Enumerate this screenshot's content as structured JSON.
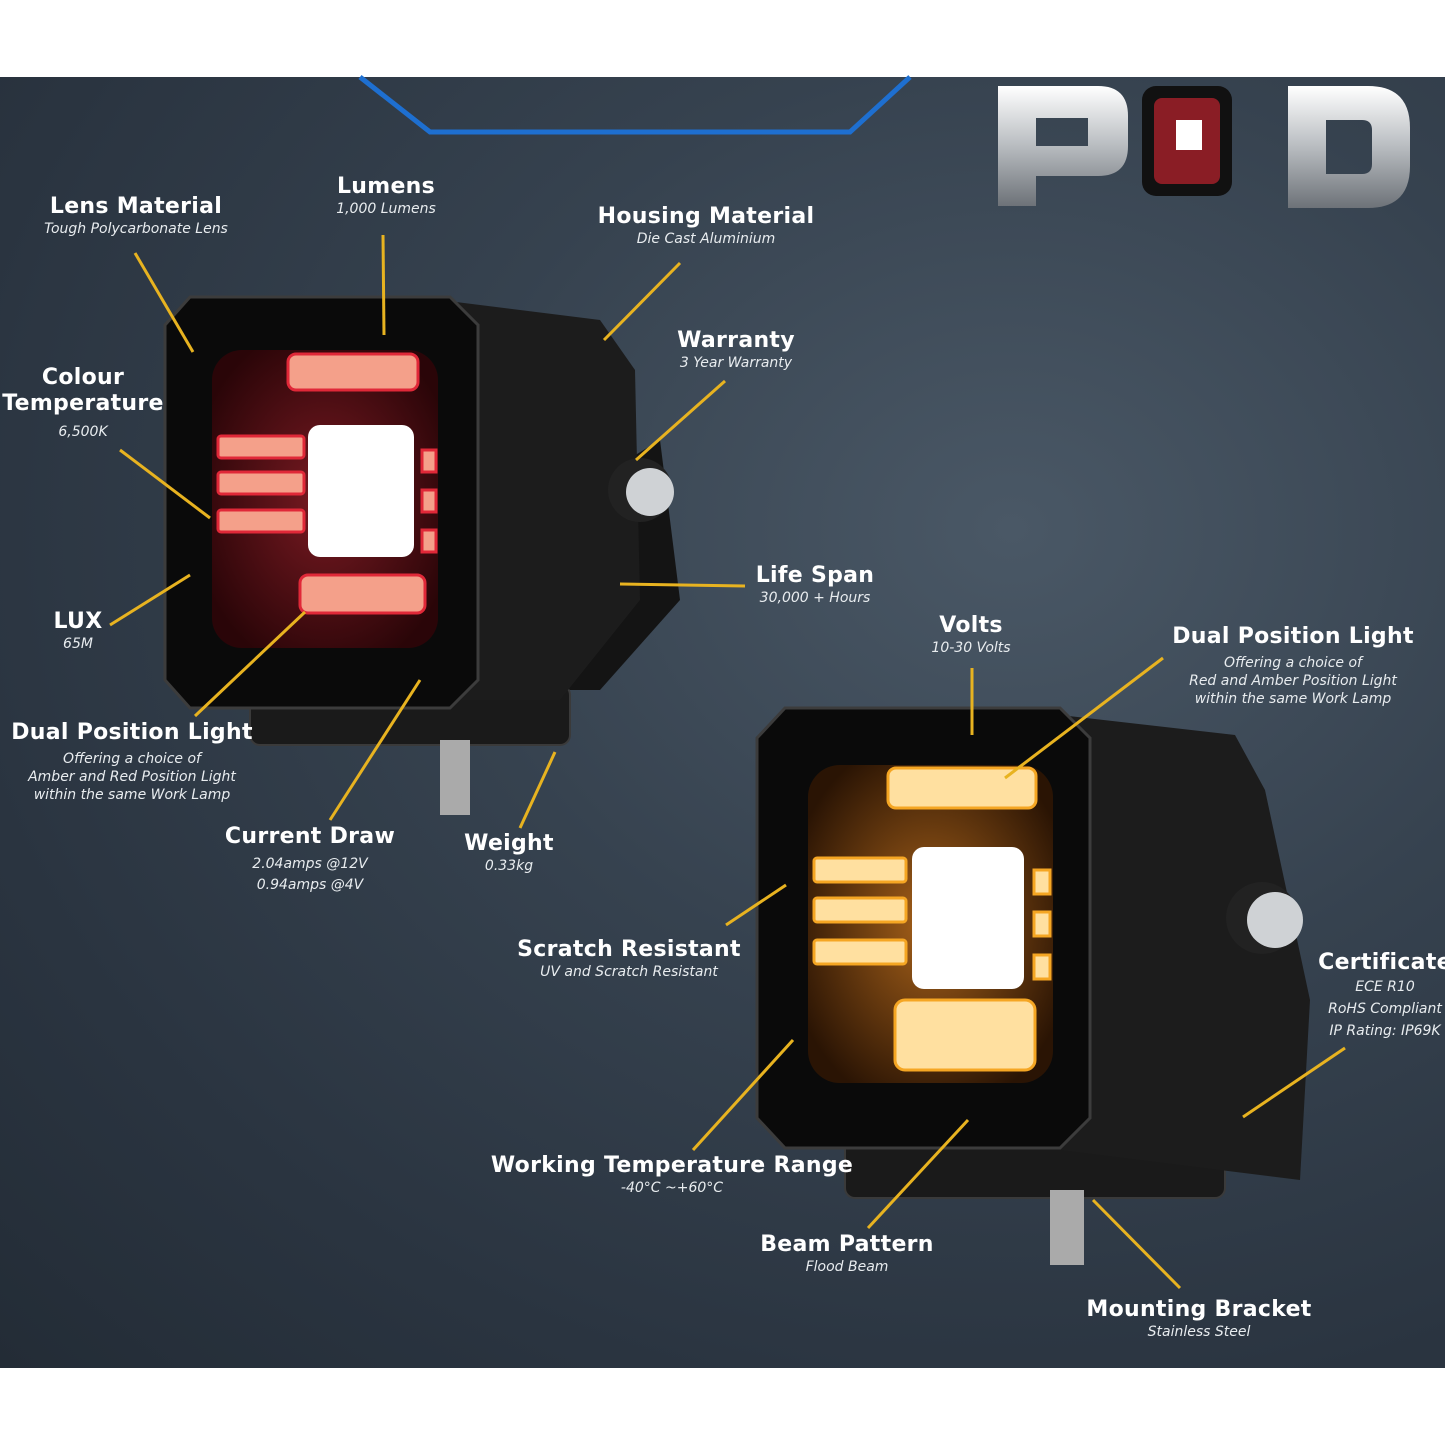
{
  "logo": "POD",
  "colors": {
    "accent_line": "#e8b320",
    "background": "#323d49",
    "red_glow": "#e0303a",
    "amber_glow": "#f5a623",
    "blue_trim": "#1e6fd0"
  },
  "callouts": {
    "lens_material": {
      "title": "Lens Material",
      "lines": [
        "Tough Polycarbonate Lens"
      ]
    },
    "lumens": {
      "title": "Lumens",
      "lines": [
        "1,000 Lumens"
      ]
    },
    "housing_material": {
      "title": "Housing Material",
      "lines": [
        "Die Cast Aluminium"
      ]
    },
    "warranty": {
      "title": "Warranty",
      "lines": [
        "3 Year Warranty"
      ]
    },
    "colour_temperature": {
      "title": [
        "Colour",
        "Temperature"
      ],
      "lines": [
        "6,500K"
      ]
    },
    "lux": {
      "title": "LUX",
      "lines": [
        "65M"
      ]
    },
    "life_span": {
      "title": "Life Span",
      "lines": [
        "30,000 + Hours"
      ]
    },
    "dual_position_left": {
      "title": "Dual Position Light",
      "lines": [
        "Offering a choice of",
        "Amber and Red Position Light",
        "within the same Work Lamp"
      ]
    },
    "current_draw": {
      "title": "Current Draw",
      "lines": [
        "2.04amps @12V",
        "0.94amps @4V"
      ]
    },
    "weight": {
      "title": "Weight",
      "lines": [
        "0.33kg"
      ]
    },
    "volts": {
      "title": "Volts",
      "lines": [
        "10-30 Volts"
      ]
    },
    "dual_position_right": {
      "title": "Dual Position Light",
      "lines": [
        "Offering a choice of",
        "Red and Amber Position Light",
        "within the same Work Lamp"
      ]
    },
    "scratch_resistant": {
      "title": "Scratch Resistant",
      "lines": [
        "UV and Scratch Resistant"
      ]
    },
    "certificate": {
      "title": "Certificate",
      "lines": [
        "ECE R10",
        "RoHS Compliant",
        "IP Rating: IP69K"
      ]
    },
    "working_temperature": {
      "title": "Working Temperature Range",
      "lines": [
        "-40°C ~+60°C"
      ]
    },
    "beam_pattern": {
      "title": "Beam Pattern",
      "lines": [
        "Flood Beam"
      ]
    },
    "mounting_bracket": {
      "title": "Mounting Bracket",
      "lines": [
        "Stainless Steel"
      ]
    }
  }
}
